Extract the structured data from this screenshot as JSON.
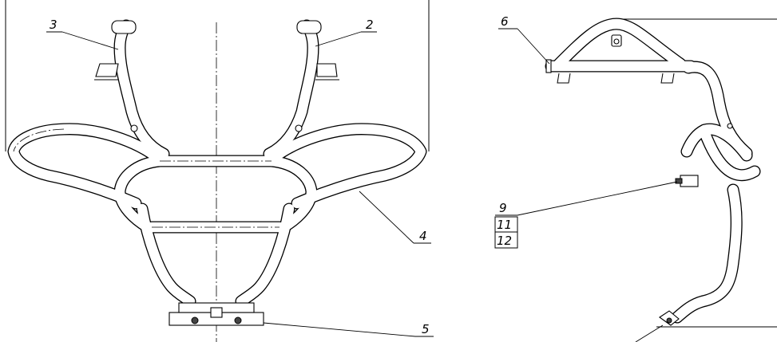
{
  "drawing": {
    "front_view": {
      "callouts": [
        {
          "id": "c3",
          "label": "3"
        },
        {
          "id": "c2",
          "label": "2"
        },
        {
          "id": "c4",
          "label": "4"
        },
        {
          "id": "c5",
          "label": "5"
        }
      ]
    },
    "side_view": {
      "callouts": [
        {
          "id": "c6",
          "label": "6"
        },
        {
          "id": "c9",
          "label": "9"
        },
        {
          "id": "c11",
          "label": "11"
        },
        {
          "id": "c12",
          "label": "12"
        }
      ]
    }
  }
}
